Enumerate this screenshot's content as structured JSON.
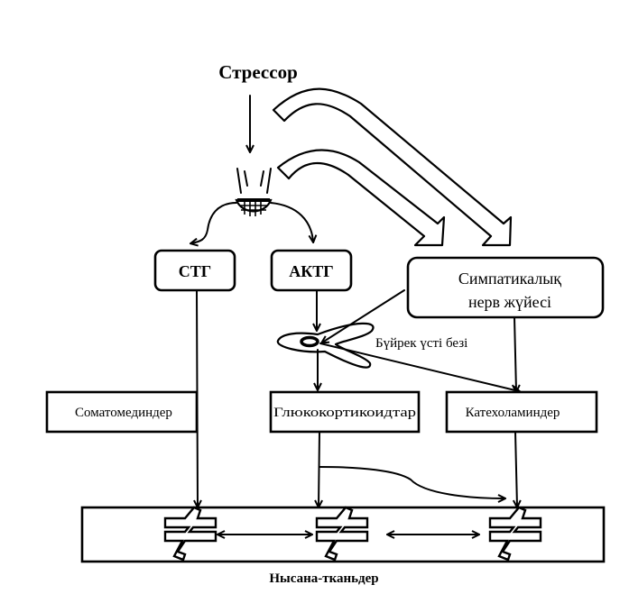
{
  "diagram": {
    "title": "Стрессор",
    "nodes": {
      "stg": "СТГ",
      "aktg": "АКТГ",
      "sympathetic_line1": "Симпатикалық",
      "sympathetic_line2": "нерв жүйесі",
      "adrenal": "Бүйрек үсті безі",
      "somatomedins": "Соматомединдер",
      "glucocorticoids": "Глюкокортикоидтар",
      "catecholamines": "Катехоламиндер",
      "target_tissues": "Нысана-тканьдер"
    },
    "icons": {
      "brain": "hypothalamus-pituitary-icon",
      "adrenal": "adrenal-gland-icon",
      "receptor": "cell-receptor-icon"
    },
    "edges": [
      {
        "from": "Стрессор",
        "to": "hypothalamus-pituitary"
      },
      {
        "from": "Стрессор",
        "to": "Симпатикалық нерв жүйесі"
      },
      {
        "from": "hypothalamus-pituitary",
        "to": "Симпатикалық нерв жүйесі"
      },
      {
        "from": "hypothalamus-pituitary",
        "to": "СТГ"
      },
      {
        "from": "hypothalamus-pituitary",
        "to": "АКТГ"
      },
      {
        "from": "АКТГ",
        "to": "Бүйрек үсті безі"
      },
      {
        "from": "Симпатикалық нерв жүйесі",
        "to": "Бүйрек үсті безі"
      },
      {
        "from": "Бүйрек үсті безі",
        "to": "Глюкокортикоидтар"
      },
      {
        "from": "Бүйрек үсті безі",
        "to": "Катехоламиндер"
      },
      {
        "from": "Симпатикалық нерв жүйесі",
        "to": "Катехоламиндер"
      },
      {
        "from": "СТГ",
        "to": "Нысана-тканьдер (1)"
      },
      {
        "from": "Глюкокортикоидтар",
        "to": "Нысана-тканьдер (2)"
      },
      {
        "from": "Глюкокортикоидтар",
        "to": "Нысана-тканьдер (3)"
      },
      {
        "from": "Катехоламиндер",
        "to": "Нысана-тканьдер (3)"
      }
    ]
  }
}
